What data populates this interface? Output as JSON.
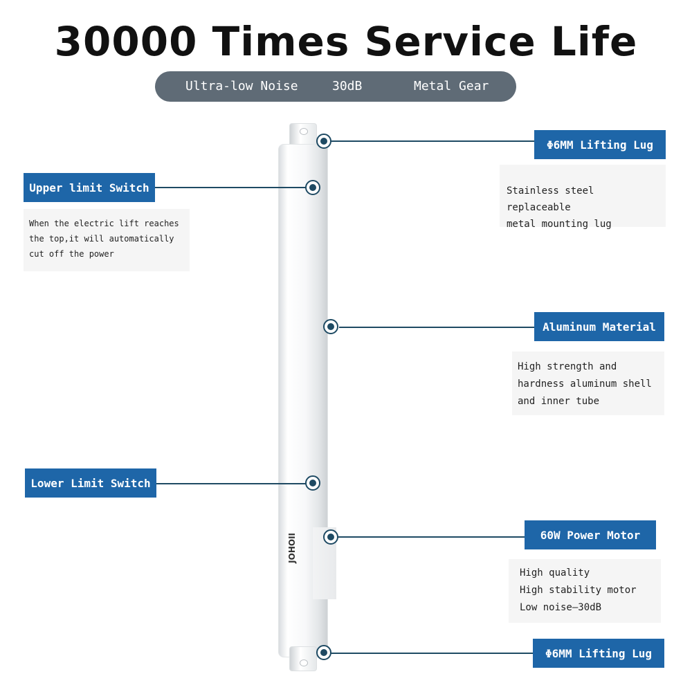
{
  "title": "30000 Times Service Life",
  "banner": {
    "noise": "Ultra-low Noise",
    "db": "30dB",
    "gear": "Metal Gear"
  },
  "product": {
    "brand": "JOHOII"
  },
  "callouts": {
    "top_lug": {
      "title": "Φ6MM Lifting Lug",
      "desc": "Stainless steel replaceable\nmetal mounting lug"
    },
    "upper_switch": {
      "title": "Upper limit Switch",
      "desc": "When the electric lift reaches\nthe top,it will automatically\ncut off the power"
    },
    "aluminum": {
      "title": "Aluminum Material",
      "desc": "High strength and\nhardness aluminum shell\nand inner tube"
    },
    "lower_switch": {
      "title": "Lower Limit Switch"
    },
    "motor": {
      "title": "60W Power Motor",
      "desc": "High quality\nHigh stability motor\nLow noise—30dB"
    },
    "bottom_lug": {
      "title": "Φ6MM Lifting Lug"
    }
  },
  "colors": {
    "tag_blue": "#1e66a8",
    "dot_navy": "#1e4a63",
    "pill_gray": "#5f6b76"
  }
}
